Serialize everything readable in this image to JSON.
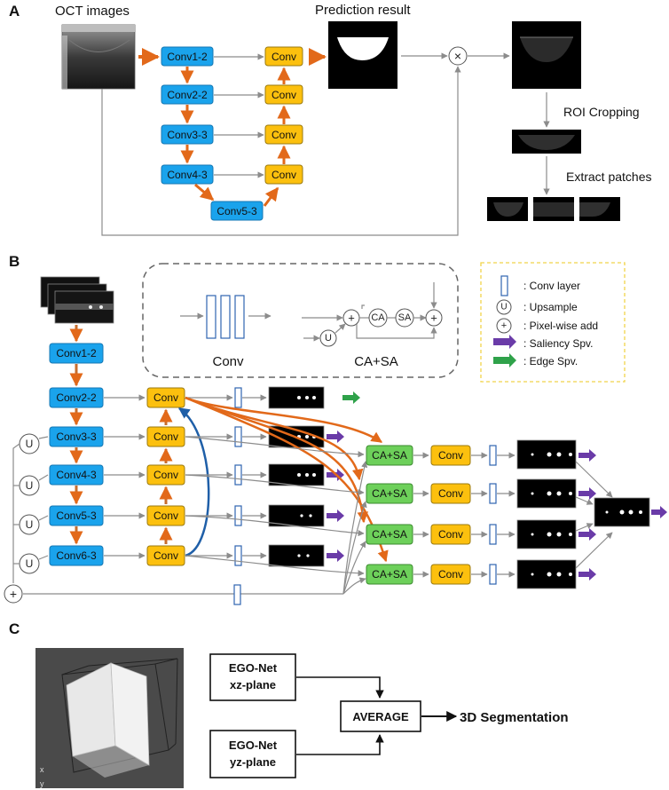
{
  "panel_a": {
    "letter": "A",
    "oct_images_label": "OCT images",
    "prediction_result_label": "Prediction result",
    "roi_cropping_label": "ROI Cropping",
    "extract_patches_label": "Extract patches",
    "multiply_symbol": "×",
    "encoder": [
      "Conv1-2",
      "Conv2-2",
      "Conv3-3",
      "Conv4-3",
      "Conv5-3"
    ],
    "decoder": [
      "Conv",
      "Conv",
      "Conv",
      "Conv"
    ]
  },
  "panel_b": {
    "letter": "B",
    "encoder": [
      "Conv1-2",
      "Conv2-2",
      "Conv3-3",
      "Conv4-3",
      "Conv5-3",
      "Conv6-3"
    ],
    "side_conv": [
      "Conv",
      "Conv",
      "Conv",
      "Conv",
      "Conv"
    ],
    "upsample_symbol": "U",
    "add_symbol": "+",
    "ca_sa_blocks": [
      "CA+SA",
      "CA+SA",
      "CA+SA",
      "CA+SA"
    ],
    "refine_conv": [
      "Conv",
      "Conv",
      "Conv",
      "Conv"
    ],
    "inset": {
      "conv_title": "Conv",
      "casa_title": "CA+SA",
      "ca": "CA",
      "sa": "SA",
      "plus": "+",
      "u": "U"
    },
    "legend": [
      {
        "symbol": "conv-layer",
        "text": ": Conv layer"
      },
      {
        "symbol": "U",
        "text": ": Upsample"
      },
      {
        "symbol": "+",
        "text": ": Pixel-wise add"
      },
      {
        "symbol": "purple-arrow",
        "text": ": Saliency Spv."
      },
      {
        "symbol": "green-arrow",
        "text": ": Edge Spv."
      }
    ]
  },
  "panel_c": {
    "letter": "C",
    "xz_line1": "EGO-Net",
    "xz_line2": "xz-plane",
    "yz_line1": "EGO-Net",
    "yz_line2": "yz-plane",
    "average": "AVERAGE",
    "output": "3D Segmentation",
    "axis_x": "x",
    "axis_y": "y"
  },
  "colors": {
    "encoder_blue": "#1aa3ec",
    "decoder_yellow": "#fcc00e",
    "casa_green": "#6dd05a",
    "arrow_orange": "#e2691a",
    "arrow_blue": "#1f5fa8",
    "saliency_purple": "#6a3ba8",
    "edge_green": "#2fa24a",
    "legend_border": "#f0d44a"
  }
}
